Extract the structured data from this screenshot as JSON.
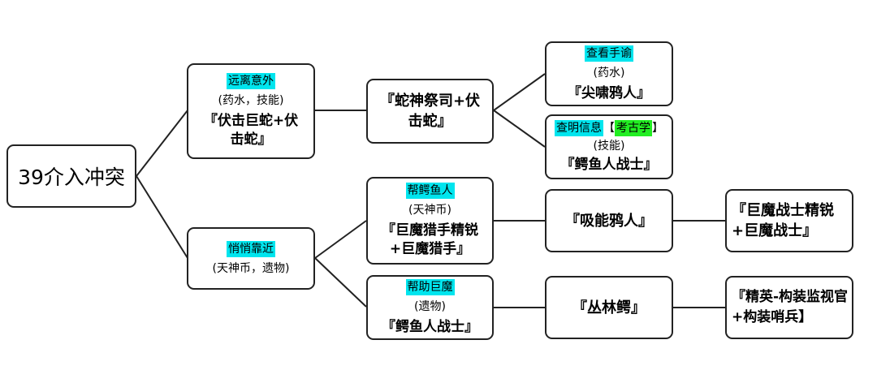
{
  "root": {
    "label": "39介入冲突"
  },
  "branch_a": {
    "choice": "远离意外",
    "cost": "(药水，技能)",
    "result": "『伏击巨蛇+伏击蛇』"
  },
  "snake": {
    "label": "『蛇神祭司+伏击蛇』"
  },
  "check_hand": {
    "choice": "查看手谕",
    "cost": "(药水)",
    "result": "『尖啸鸦人』"
  },
  "check_info": {
    "choice": "查明信息",
    "bracket_open": "【",
    "skill": "考古学",
    "bracket_close": "】",
    "cost": "(技能)",
    "result": "『鳄鱼人战士』"
  },
  "branch_b": {
    "choice": "悄悄靠近",
    "cost": "(天神币，遗物)"
  },
  "help_croc": {
    "choice": "帮鳄鱼人",
    "cost": "(天神币)",
    "result": "『巨魔猎手精锐+巨魔猎手』"
  },
  "help_troll": {
    "choice": "帮助巨魔",
    "cost": "(遗物)",
    "result": "『鳄鱼人战士』"
  },
  "energy": {
    "label": "『吸能鸦人』"
  },
  "jungle": {
    "label": "『丛林鳄』"
  },
  "final_troll": {
    "label": "『巨魔战士精锐+巨魔战士』"
  },
  "final_construct": {
    "label": "『精英-构装监视官+构装哨兵】"
  }
}
